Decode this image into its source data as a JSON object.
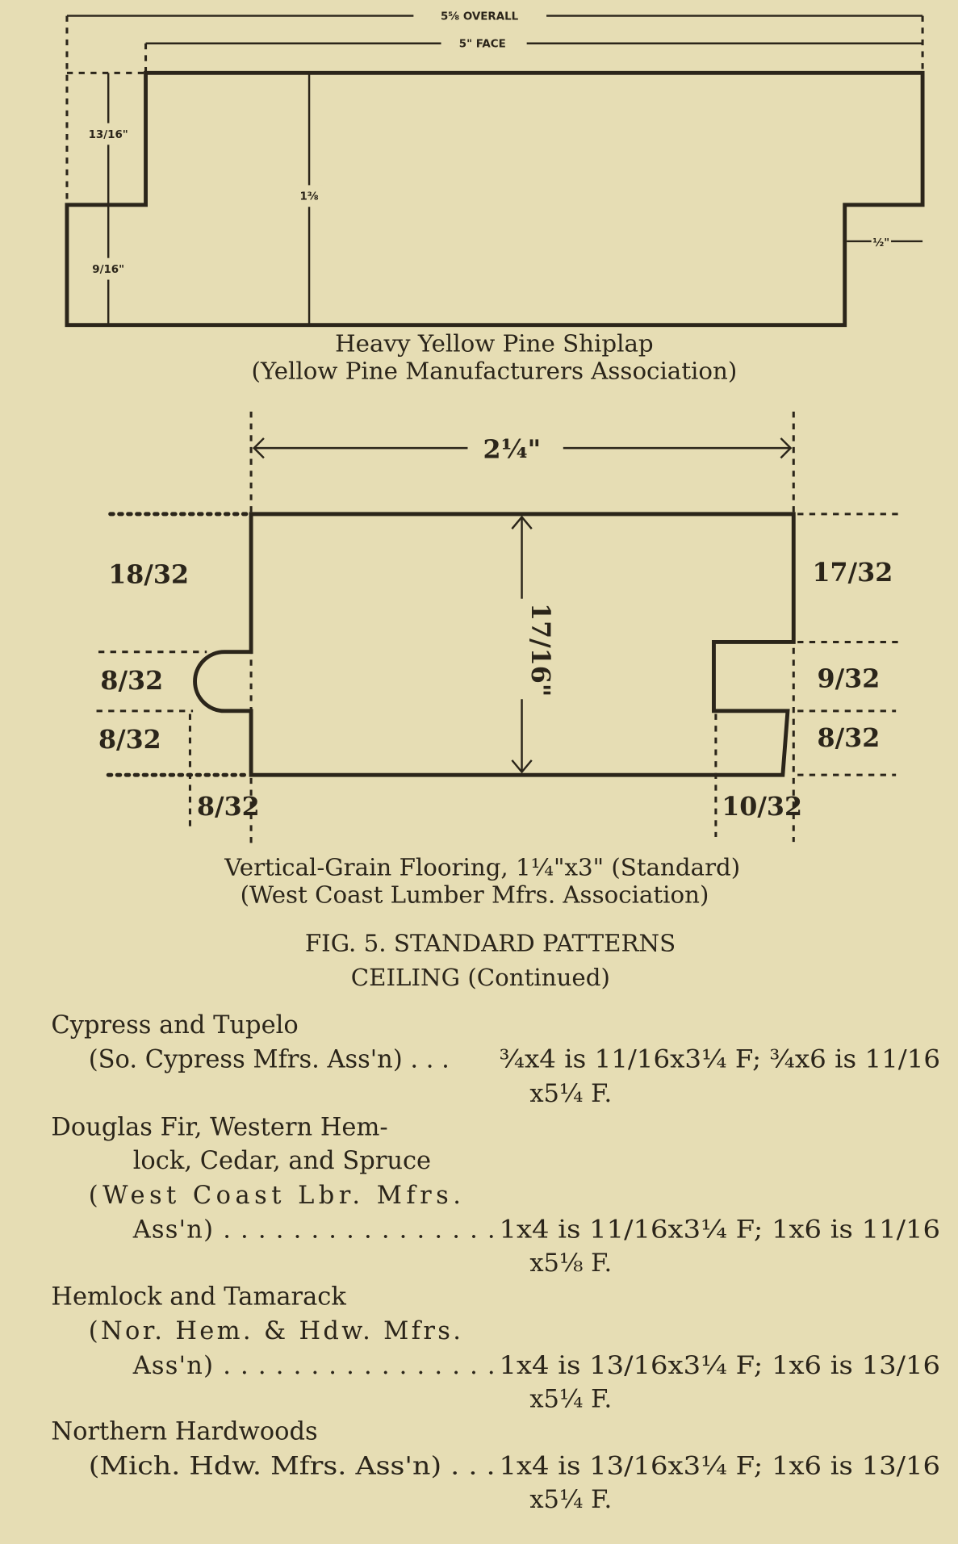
{
  "figure_top": {
    "overall_label": "5⅝ OVERALL",
    "face_label": "5\" FACE",
    "left_upper_label": "13/16\"",
    "left_lower_label": "9/16\"",
    "thickness_label": "1⅜",
    "lap_label": "½\"",
    "caption_line1": "Heavy Yellow Pine Shiplap",
    "caption_line2": "(Yellow Pine Manufacturers Association)"
  },
  "figure_bottom": {
    "width_label": "2¼\"",
    "thickness_label": "17/16\"",
    "left_top_label": "18/32",
    "left_tongue_label": "8/32",
    "left_bottom_label": "8/32",
    "tongue_depth_label": "8/32",
    "right_top_label": "17/32",
    "right_groove_label": "9/32",
    "right_bottom_label": "8/32",
    "groove_depth_label": "10/32",
    "caption_line1": "Vertical-Grain Flooring, 1¼\"x3\" (Standard)",
    "caption_line2": "(West Coast Lumber Mfrs. Association)"
  },
  "figure_title": {
    "line1": "FIG. 5.  STANDARD PATTERNS",
    "line2": "CEILING (Continued)"
  },
  "entries": [
    {
      "lines": [
        "Cypress and Tupelo"
      ],
      "assoc": "(So. Cypress Mfrs. Ass'n) . . .",
      "spec": "¾x4 is 11/16x3¼ F; ¾x6 is 11/16",
      "spec_cont": "x5¼ F."
    },
    {
      "lines": [
        "Douglas Fir, Western Hem-",
        "lock, Cedar, and Spruce",
        "(West  Coast  Lbr.  Mfrs."
      ],
      "assoc": "Ass'n)  . . . . . . . . . . . . . . . .",
      "spec": "1x4 is 11/16x3¼ F; 1x6 is 11/16",
      "spec_cont": "x5⅛ F."
    },
    {
      "lines": [
        "Hemlock and Tamarack",
        "(Nor. Hem. & Hdw. Mfrs."
      ],
      "assoc": "Ass'n)  . . . . . . . . . . . . . . . .",
      "spec": "1x4 is 13/16x3¼ F; 1x6 is 13/16",
      "spec_cont": "x5¼ F."
    },
    {
      "lines": [
        "Northern Hardwoods"
      ],
      "assoc": "(Mich. Hdw. Mfrs. Ass'n) . . .",
      "spec": "1x4 is 13/16x3¼ F; 1x6 is 13/16",
      "spec_cont": "x5¼ F."
    }
  ]
}
